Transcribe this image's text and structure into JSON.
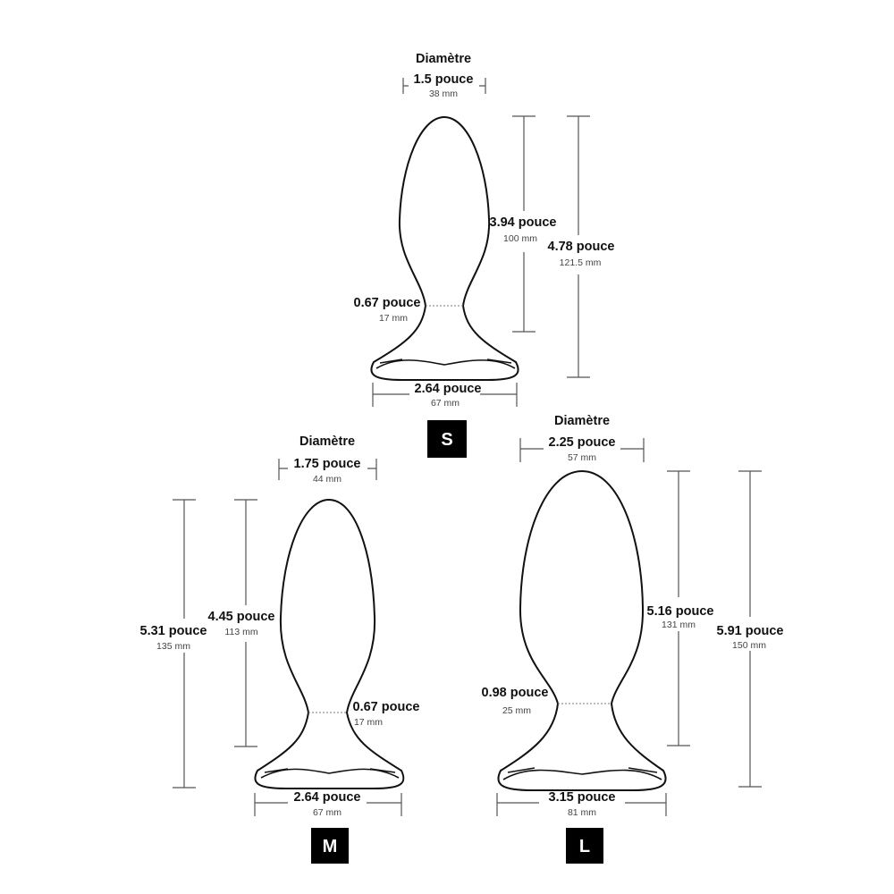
{
  "colors": {
    "outline": "#111111",
    "dimension_line": "#555555",
    "badge": "#000000",
    "background": "#ffffff"
  },
  "sizes": [
    {
      "id": "S",
      "badge": "S",
      "diameter_heading": "Diamètre",
      "diameter": {
        "primary": "1.5 pouce",
        "secondary": "38 mm"
      },
      "insertable_length": {
        "primary": "3.94 pouce",
        "secondary": "100 mm"
      },
      "total_length": {
        "primary": "4.78 pouce",
        "secondary": "121.5 mm"
      },
      "neck": {
        "primary": "0.67 pouce",
        "secondary": "17 mm"
      },
      "base": {
        "primary": "2.64 pouce",
        "secondary": "67 mm"
      }
    },
    {
      "id": "M",
      "badge": "M",
      "diameter_heading": "Diamètre",
      "diameter": {
        "primary": "1.75 pouce",
        "secondary": "44 mm"
      },
      "insertable_length": {
        "primary": "4.45 pouce",
        "secondary": "113 mm"
      },
      "total_length": {
        "primary": "5.31 pouce",
        "secondary": "135 mm"
      },
      "neck": {
        "primary": "0.67 pouce",
        "secondary": "17 mm"
      },
      "base": {
        "primary": "2.64 pouce",
        "secondary": "67 mm"
      }
    },
    {
      "id": "L",
      "badge": "L",
      "diameter_heading": "Diamètre",
      "diameter": {
        "primary": "2.25 pouce",
        "secondary": "57 mm"
      },
      "insertable_length": {
        "primary": "5.16 pouce",
        "secondary": "131 mm"
      },
      "total_length": {
        "primary": "5.91 pouce",
        "secondary": "150 mm"
      },
      "neck": {
        "primary": "0.98 pouce",
        "secondary": "25 mm"
      },
      "base": {
        "primary": "3.15 pouce",
        "secondary": "81 mm"
      }
    }
  ]
}
